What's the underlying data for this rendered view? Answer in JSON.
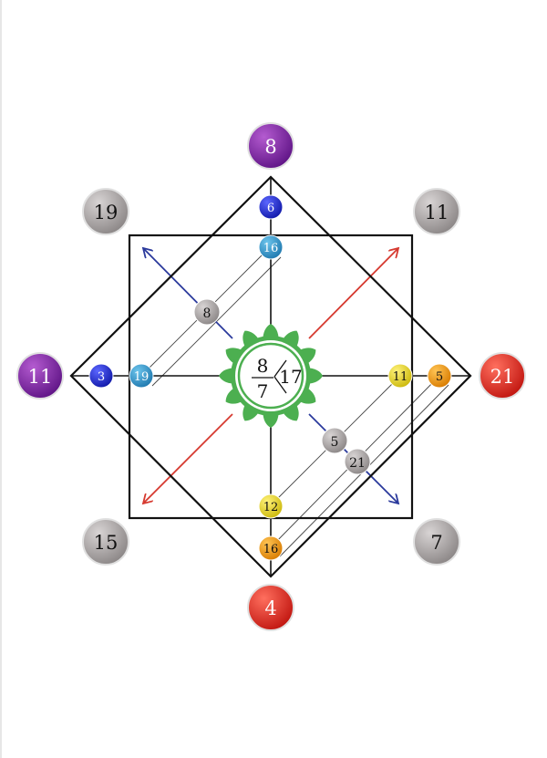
{
  "colors": {
    "line": "#111111",
    "thin_line": "#444444",
    "blue_diag": "#2b3a9c",
    "red_diag": "#d63a30",
    "lotus": "#4caf50",
    "purple": "#7b1fa2",
    "red": "#e53935",
    "gray": "#9e9a9a",
    "blue": "#1e2ad6",
    "cyan": "#2a8fc9",
    "yellow": "#e6d21a",
    "orange": "#f19a0e"
  },
  "center": {
    "top_number": "8",
    "bottom_number": "7",
    "right_number": "17"
  },
  "outer_circles": [
    {
      "label": "8",
      "color": "purple"
    },
    {
      "label": "11",
      "color": "purple"
    },
    {
      "label": "21",
      "color": "red"
    },
    {
      "label": "4",
      "color": "red"
    },
    {
      "label": "19",
      "color": "gray"
    },
    {
      "label": "11",
      "color": "gray"
    },
    {
      "label": "15",
      "color": "gray"
    },
    {
      "label": "7",
      "color": "gray"
    }
  ],
  "inner_circles": [
    {
      "label": "6",
      "color": "blue"
    },
    {
      "label": "16",
      "color": "cyan"
    },
    {
      "label": "3",
      "color": "blue"
    },
    {
      "label": "19",
      "color": "cyan"
    },
    {
      "label": "11",
      "color": "yellow"
    },
    {
      "label": "5",
      "color": "orange"
    },
    {
      "label": "12",
      "color": "yellow"
    },
    {
      "label": "16",
      "color": "orange"
    },
    {
      "label": "8",
      "color": "gray"
    },
    {
      "label": "5",
      "color": "gray"
    },
    {
      "label": "21",
      "color": "gray"
    }
  ]
}
